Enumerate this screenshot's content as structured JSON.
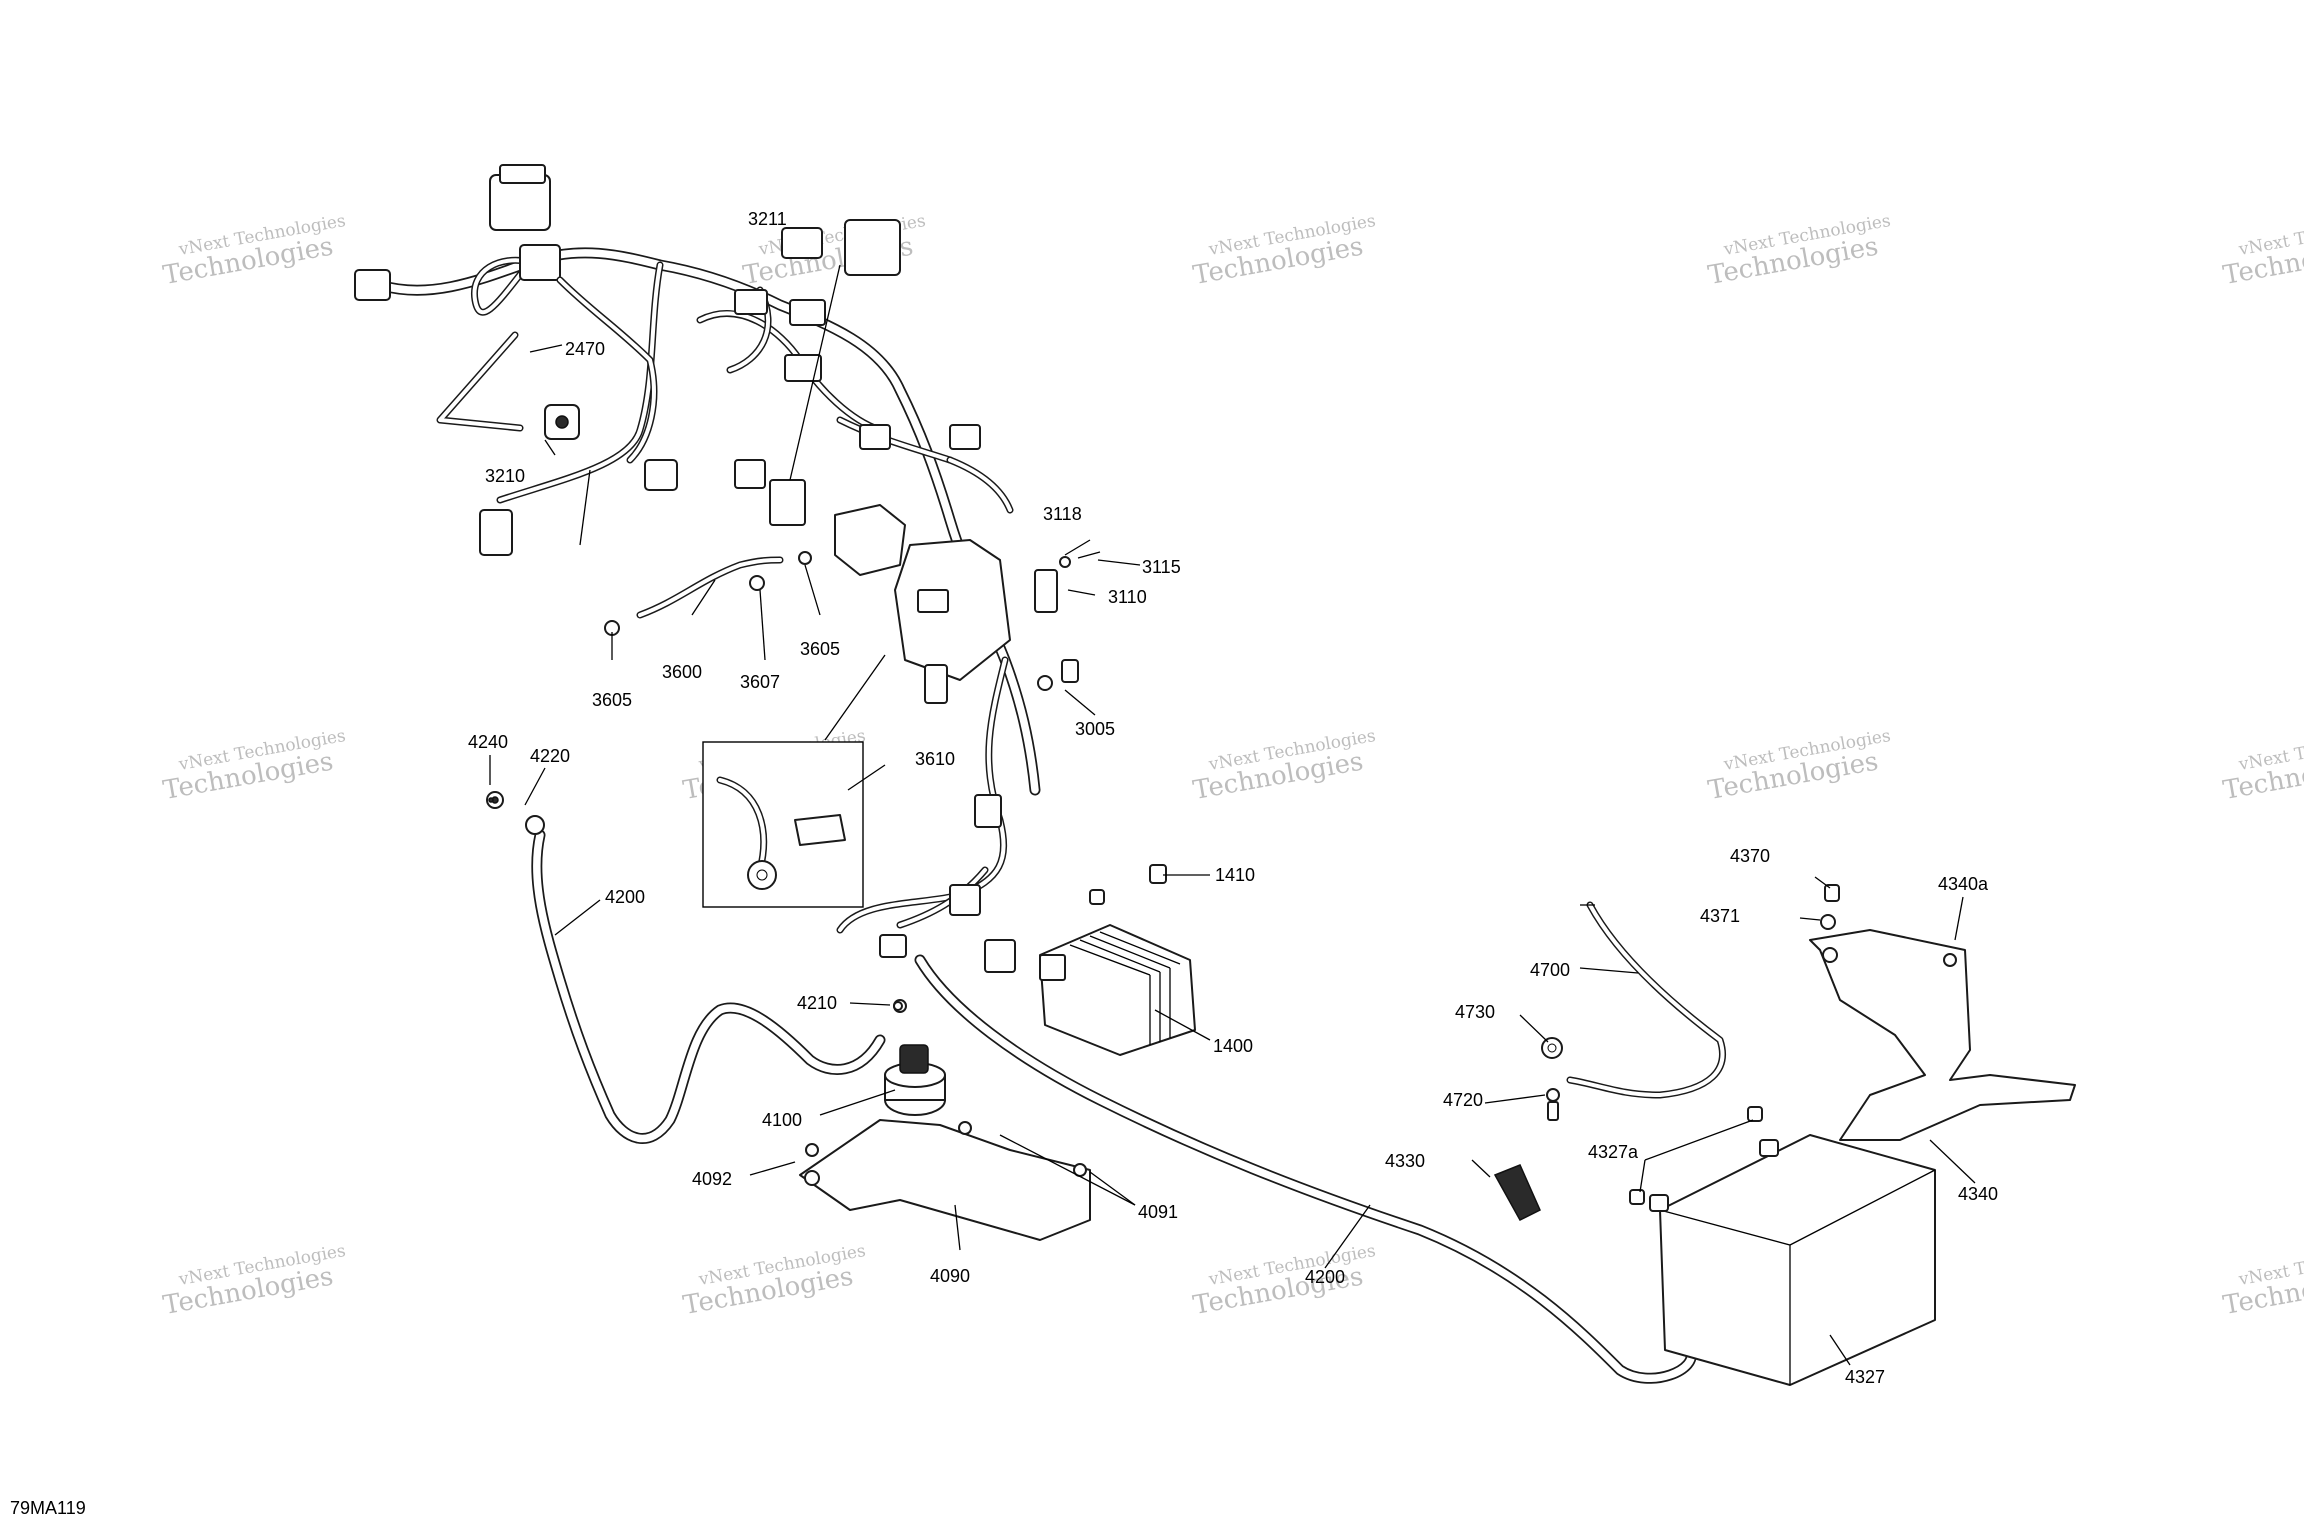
{
  "drawing_code": "79MA119",
  "watermark": {
    "line1": "vNext Technologies",
    "line2": "Technologies"
  },
  "callouts": {
    "c3211": "3211",
    "c2470": "2470",
    "c3210": "3210",
    "c3118": "3118",
    "c3115": "3115",
    "c3110": "3110",
    "c3605a": "3605",
    "c3605b": "3605",
    "c3600": "3600",
    "c3607": "3607",
    "c3005": "3005",
    "c4240": "4240",
    "c4220": "4220",
    "c3610": "3610",
    "c4200a": "4200",
    "c4200b": "4200",
    "c1410": "1410",
    "c1400": "1400",
    "c4210": "4210",
    "c4100": "4100",
    "c4092": "4092",
    "c4091": "4091",
    "c4090": "4090",
    "c4370": "4370",
    "c4371": "4371",
    "c4340a": "4340a",
    "c4700": "4700",
    "c4730": "4730",
    "c4720": "4720",
    "c4330": "4330",
    "c4327a": "4327a",
    "c4340": "4340",
    "c4327": "4327"
  }
}
